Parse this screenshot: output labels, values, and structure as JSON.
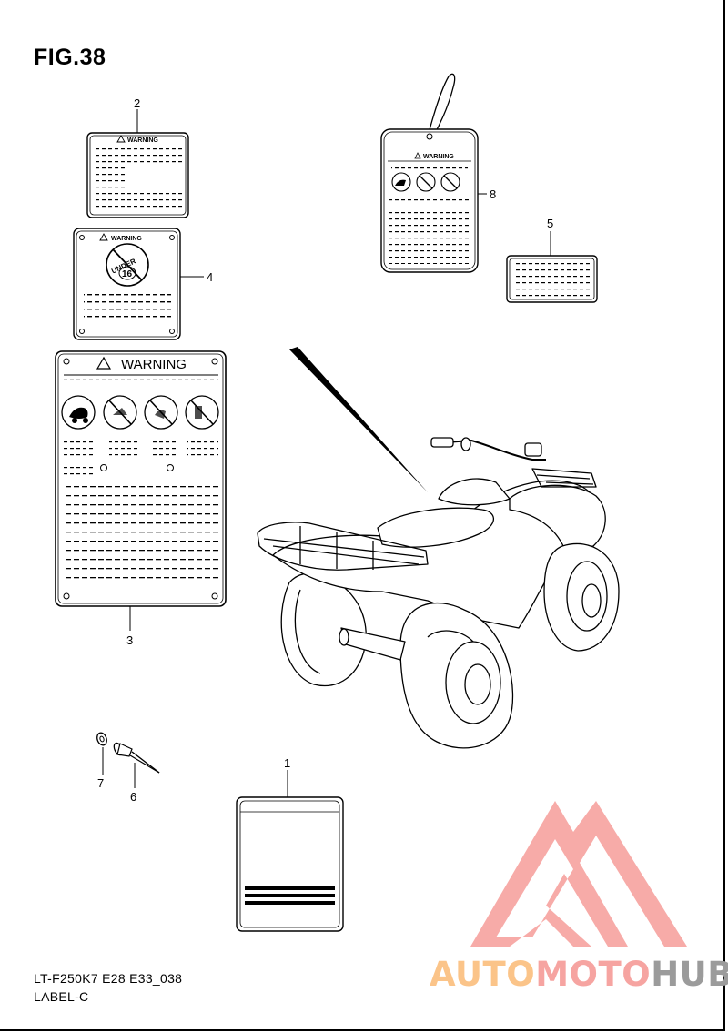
{
  "figure": {
    "title": "FIG.38"
  },
  "callouts": {
    "c1": "1",
    "c2": "2",
    "c3": "3",
    "c4": "4",
    "c5": "5",
    "c6": "6",
    "c7": "7",
    "c8": "8"
  },
  "labels": {
    "warning_text": "WARNING",
    "age_badge_word": "UNDER",
    "age_badge_number": "16"
  },
  "footer": {
    "model_code": "LT-F250K7 E28 E33_038",
    "group_name": "LABEL-C"
  },
  "watermark": {
    "part_a": "AUTO",
    "part_b": "MOTO",
    "part_c": "HUB",
    "colors": {
      "a": "#fbc489",
      "b": "#f6a4a1",
      "c": "#9b9b9b",
      "logo": "#f6a4a1"
    }
  }
}
